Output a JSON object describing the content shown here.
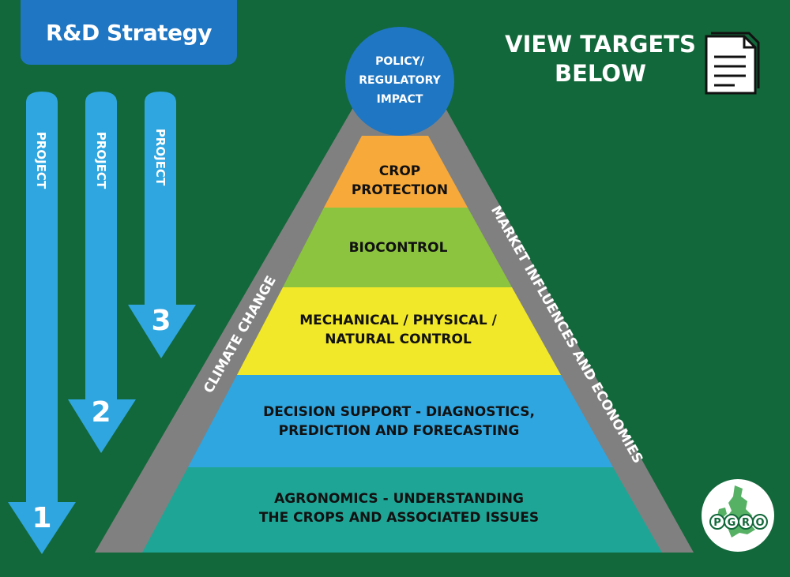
{
  "title": "R&D Strategy",
  "view_targets": {
    "line1": "VIEW TARGETS",
    "line2": "BELOW"
  },
  "projects": [
    {
      "label": "PROJECT",
      "number": "1"
    },
    {
      "label": "PROJECT",
      "number": "2"
    },
    {
      "label": "PROJECT",
      "number": "3"
    }
  ],
  "pyramid": {
    "apex": {
      "line1": "POLICY/",
      "line2": "REGULATORY",
      "line3": "IMPACT"
    },
    "tiers": [
      {
        "line1": "CROP",
        "line2": "PROTECTION",
        "color": "#f7a93a"
      },
      {
        "line1": "BIOCONTROL",
        "line2": "",
        "color": "#8cc43f"
      },
      {
        "line1": "MECHANICAL / PHYSICAL /",
        "line2": "NATURAL CONTROL",
        "color": "#f2e82a"
      },
      {
        "line1": "DECISION SUPPORT - DIAGNOSTICS,",
        "line2": "PREDICTION AND FORECASTING",
        "color": "#2fa6e0"
      },
      {
        "line1": "AGRONOMICS - UNDERSTANDING",
        "line2": "THE CROPS AND ASSOCIATED ISSUES",
        "color": "#1fa596"
      }
    ],
    "left_side": "CLIMATE CHANGE",
    "right_side": "MARKET INFLUENCES AND ECONOMIES"
  },
  "logo_text": "PGRO",
  "colors": {
    "background": "#12683a",
    "title_box": "#1f76c2",
    "arrow": "#2fa6e0",
    "frame": "#808080",
    "apex_circle": "#1f76c2"
  }
}
